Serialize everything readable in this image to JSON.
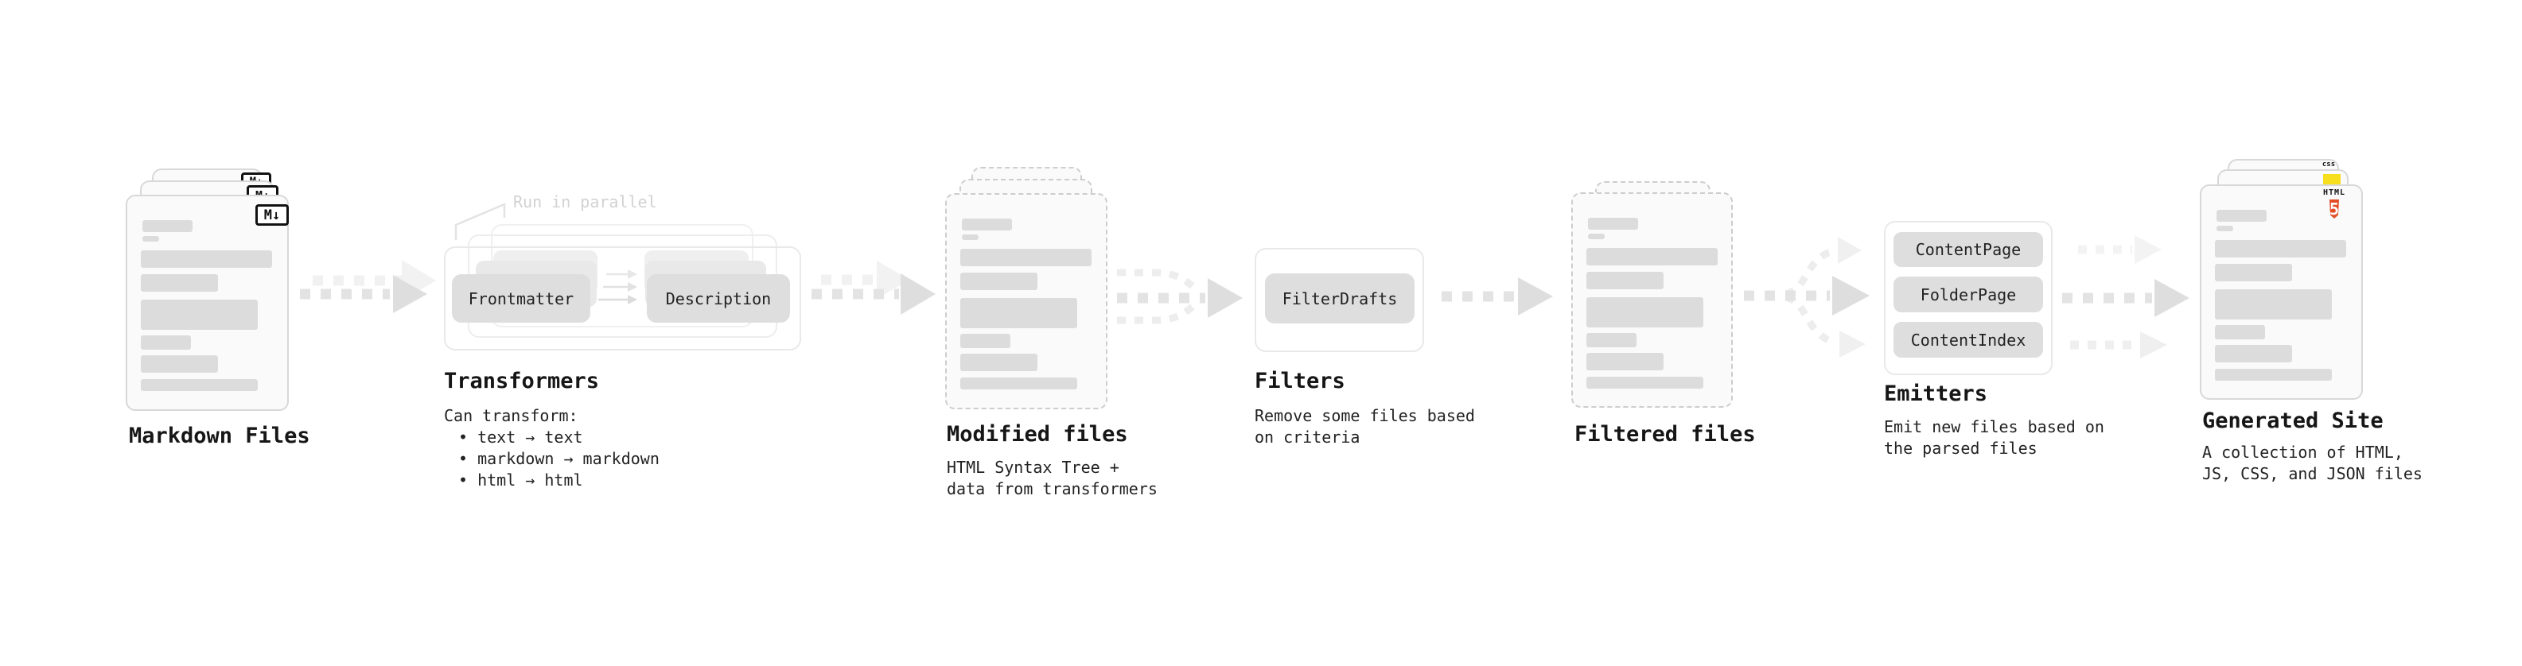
{
  "stages": {
    "markdown_files": {
      "label": "Markdown Files"
    },
    "transformers": {
      "label": "Transformers",
      "annotation": "Run in parallel",
      "pill_frontmatter": "Frontmatter",
      "pill_description": "Description",
      "desc_title": "Can transform:",
      "bullets": [
        "• text → text",
        "• markdown → markdown",
        "• html → html"
      ]
    },
    "modified_files": {
      "label": "Modified files",
      "desc": [
        "HTML Syntax Tree +",
        "data from transformers"
      ]
    },
    "filters": {
      "label": "Filters",
      "pill": "FilterDrafts",
      "desc": [
        "Remove some files based",
        "on criteria"
      ]
    },
    "filtered_files": {
      "label": "Filtered files"
    },
    "emitters": {
      "label": "Emitters",
      "pills": [
        "ContentPage",
        "FolderPage",
        "ContentIndex"
      ],
      "desc": [
        "Emit new files based on",
        "the parsed files"
      ]
    },
    "generated_site": {
      "label": "Generated Site",
      "desc": [
        "A collection of HTML,",
        "JS, CSS, and JSON files"
      ]
    }
  },
  "icons": {
    "markdown_badge": "M↓",
    "css_badge": "css",
    "html5_label": "HTML",
    "html5_number": "5"
  },
  "colors": {
    "html5_orange": "#e44d26",
    "js_yellow": "#f7df1e",
    "css_blue": "#2d6fe4"
  }
}
